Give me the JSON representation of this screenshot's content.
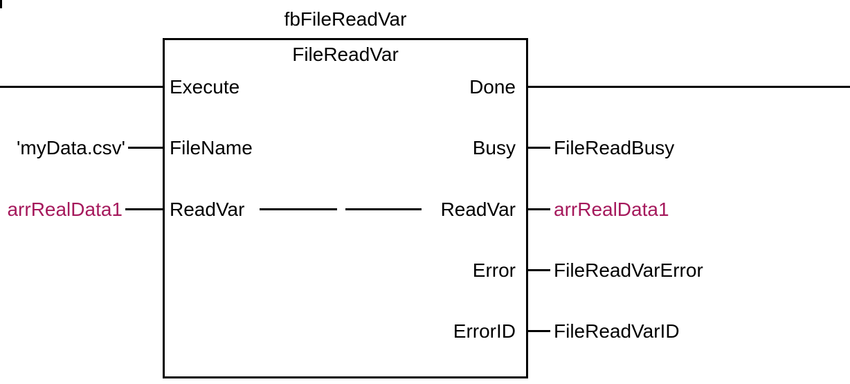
{
  "colors": {
    "line": "#000000",
    "text": "#000000",
    "variable": "#a5195c",
    "background": "#ffffff"
  },
  "block": {
    "instance_name": "fbFileReadVar",
    "type_name": "FileReadVar",
    "inputs": [
      {
        "label": "Execute"
      },
      {
        "label": "FileName"
      },
      {
        "label": "ReadVar"
      }
    ],
    "outputs": [
      {
        "label": "Done"
      },
      {
        "label": "Busy"
      },
      {
        "label": "ReadVar"
      },
      {
        "label": "Error"
      },
      {
        "label": "ErrorID"
      }
    ]
  },
  "operands": {
    "filename_value": "'myData.csv'",
    "readvar_input": "arrRealData1",
    "busy_output": "FileReadBusy",
    "readvar_output": "arrRealData1",
    "error_output": "FileReadVarError",
    "errorid_output": "FileReadVarID"
  }
}
